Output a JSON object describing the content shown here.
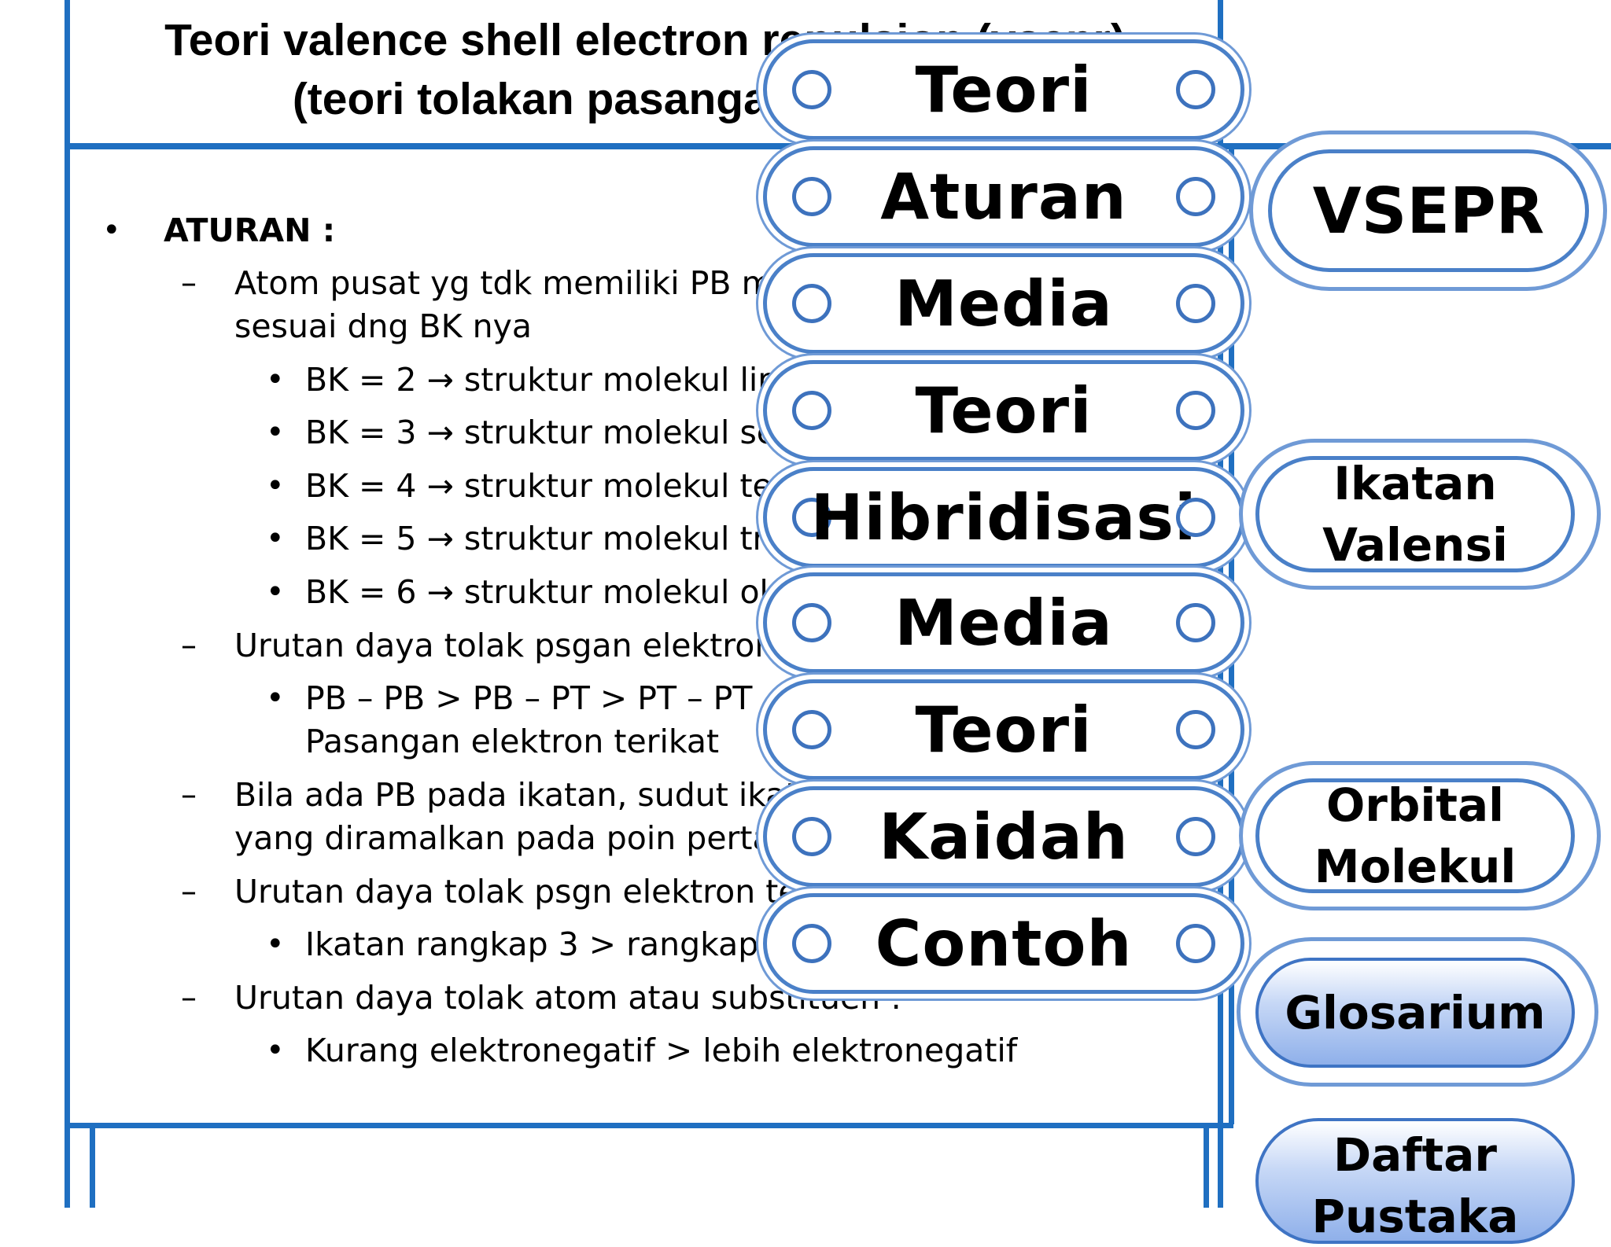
{
  "slide": {
    "title_line1": "Teori valence shell electron repulsion (vsepr)",
    "title_line2": "(teori tolakan pasangan elektron)"
  },
  "content": {
    "heading": "ATURAN",
    "heading_colon": ":",
    "bullet": "•",
    "dash": "–",
    "dot": "•",
    "items": [
      "Atom pusat yg tdk memiliki PB m",
      "sesuai dng BK nya",
      "BK = 2 → struktur molekul lir",
      "BK = 3 → struktur molekul se",
      "BK = 4 → struktur molekul te",
      "BK = 5 → struktur molekul tr",
      "BK = 6 → struktur molekul ok",
      "Urutan daya tolak psgan elektron",
      "PB – PB > PB – PT > PT – PT",
      "Pasangan elektron terikat",
      "Bila ada PB pada ikatan, sudut ikat",
      "yang diramalkan pada poin perta",
      "Urutan daya tolak psgn elektron te",
      "Ikatan rangkap 3 > rangkap 2",
      "Urutan daya tolak atom atau substituen :",
      "Kurang elektronegatif > lebih elektronegatif"
    ]
  },
  "nav": {
    "pills": [
      "Teori",
      "Aturan",
      "Media",
      "Teori",
      "Hibridisasi",
      "Media",
      "Teori",
      "Kaidah",
      "Contoh"
    ],
    "side": {
      "vsepr": "VSEPR",
      "ikatan_valensi_1": "Ikatan",
      "ikatan_valensi_2": "Valensi",
      "orbital_molekul_1": "Orbital",
      "orbital_molekul_2": "Molekul",
      "glosarium": "Glosarium",
      "daftar_pustaka_1": "Daftar",
      "daftar_pustaka_2": "Pustaka"
    }
  },
  "colors": {
    "frame": "#1f6fc1",
    "pill_border": "#4a80c8",
    "button_fill": "#c7d8f6"
  }
}
